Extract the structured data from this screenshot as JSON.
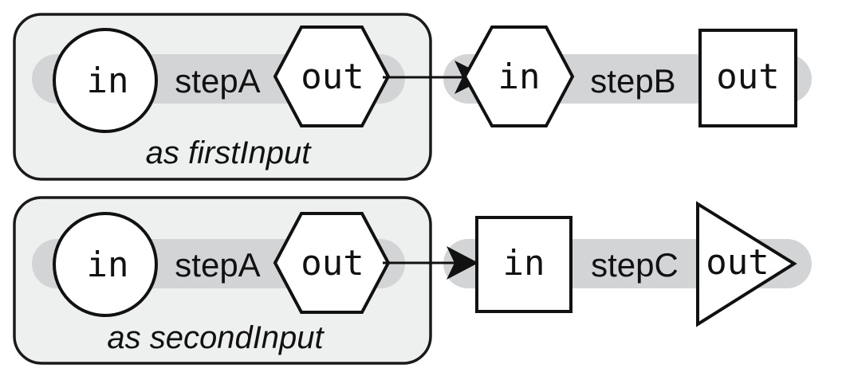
{
  "rows": [
    {
      "group": {
        "step_label": "stepA",
        "in_label": "in",
        "out_label": "out",
        "caption": "as firstInput"
      },
      "target": {
        "step_label": "stepB",
        "in_label": "in",
        "out_label": "out",
        "in_shape": "hexagon",
        "out_shape": "square"
      }
    },
    {
      "group": {
        "step_label": "stepA",
        "in_label": "in",
        "out_label": "out",
        "caption": "as secondInput"
      },
      "target": {
        "step_label": "stepC",
        "in_label": "in",
        "out_label": "out",
        "in_shape": "square",
        "out_shape": "triangle"
      }
    }
  ],
  "colors": {
    "group_fill": "#eef0ef",
    "bar_fill": "#d3d4d6",
    "stroke": "#111111"
  }
}
